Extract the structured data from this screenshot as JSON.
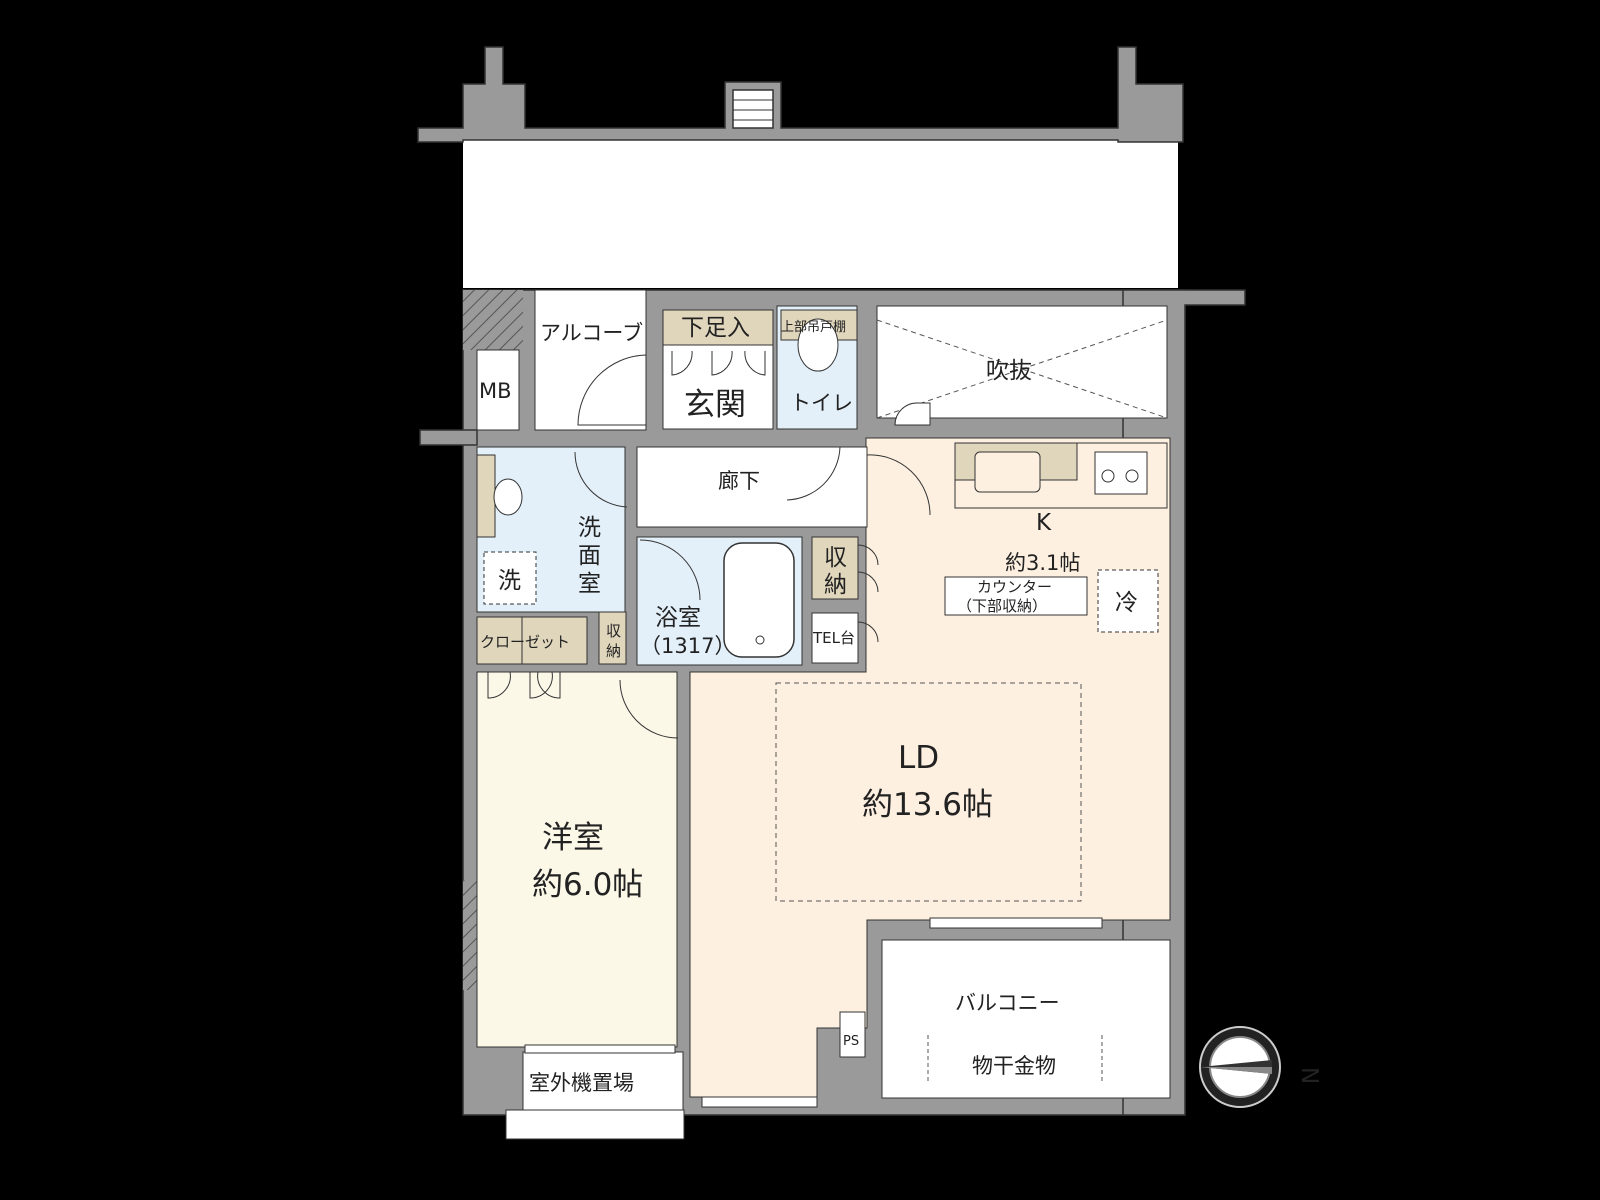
{
  "floorplan": {
    "rooms": {
      "alcove": "アルコーブ",
      "mb": "MB",
      "geta": "下足入",
      "upper_shelf": "上部吊戸棚",
      "genkan": "玄関",
      "toilet": "トイレ",
      "fukinuke": "吹抜",
      "rouka": "廊下",
      "senmen": [
        "洗",
        "面",
        "室"
      ],
      "sentaku": "洗",
      "kitchen": "K",
      "kitchen_area": "約3.1帖",
      "storage": [
        "収",
        "納"
      ],
      "counter": "カウンター",
      "counter_sub": "（下部収納）",
      "fridge": "冷",
      "bath": "浴室",
      "bath_size": "（1317）",
      "tel": "TEL台",
      "closet": "クローゼット",
      "storage_small": [
        "収",
        "納"
      ],
      "ld": "LD",
      "ld_area": "約13.6帖",
      "yoshitsu": "洋室",
      "yoshitsu_area": "約6.0帖",
      "balcony": "バルコニー",
      "hoshi": "物干金物",
      "ps": "PS",
      "outdoor_unit": "室外機置場"
    },
    "compass": "N",
    "colors": {
      "background": "#000000",
      "wall": "#9a9a9a",
      "wet_area": "#e3f0fa",
      "living": "#fdf0e0",
      "bedroom": "#fcf8e8",
      "storage": "#e0d6bc",
      "white": "#ffffff"
    }
  }
}
